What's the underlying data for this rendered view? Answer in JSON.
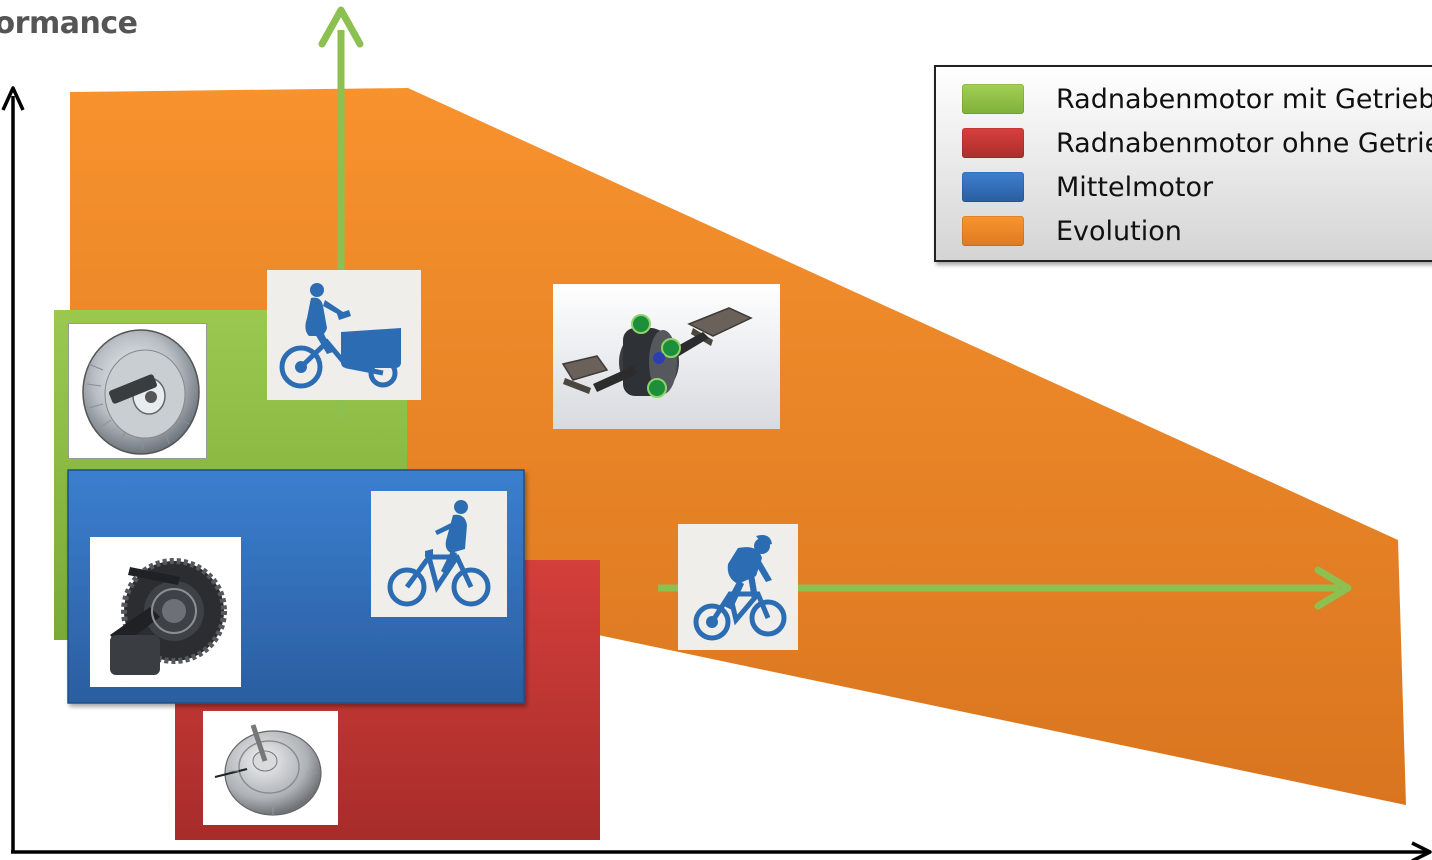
{
  "axis": {
    "y_title": "formance"
  },
  "legend": {
    "items": [
      {
        "label": "Radnabenmotor mit Getriebe",
        "color": "#8fc042"
      },
      {
        "label": "Radnabenmotor ohne Getriebe",
        "color": "#c73a35"
      },
      {
        "label": "Mittelmotor",
        "color": "#2f6fb8"
      },
      {
        "label": "Evolution",
        "color": "#f0882b"
      }
    ]
  },
  "regions": {
    "evolution": {
      "color": "#f0882b"
    },
    "geared_hub": {
      "color": "#8fc042"
    },
    "gearless_hub": {
      "color": "#c73a35"
    },
    "mid_drive": {
      "color": "#2f6fb8"
    }
  },
  "icons": {
    "cargo_bike": "cargo-bike-rider-icon",
    "city_bike": "city-bike-rider-icon",
    "mountain_bike": "mountain-bike-rider-icon",
    "evolution_motor": "pedal-motor-photo",
    "geared_hub_photo": "geared-hub-motor-photo",
    "mid_drive_photo": "mid-drive-motor-photo",
    "gearless_hub_photo": "gearless-hub-motor-photo"
  },
  "arrows": {
    "color": "#8cc152"
  }
}
